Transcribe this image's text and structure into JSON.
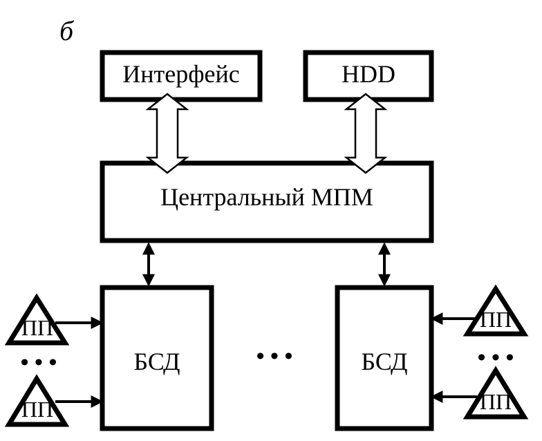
{
  "figure_label": "б",
  "blocks": {
    "interface": "Интерфейс",
    "hdd": "HDD",
    "central": "Центральный МПМ",
    "bsd_left": "БСД",
    "bsd_right": "БСД"
  },
  "sensors": {
    "left_top": "ПП",
    "left_bottom": "ПП",
    "right_top": "ПП",
    "right_bottom": "ПП"
  },
  "ellipsis": {
    "left": "• • •",
    "middle": "• • •",
    "right": "• • •"
  }
}
